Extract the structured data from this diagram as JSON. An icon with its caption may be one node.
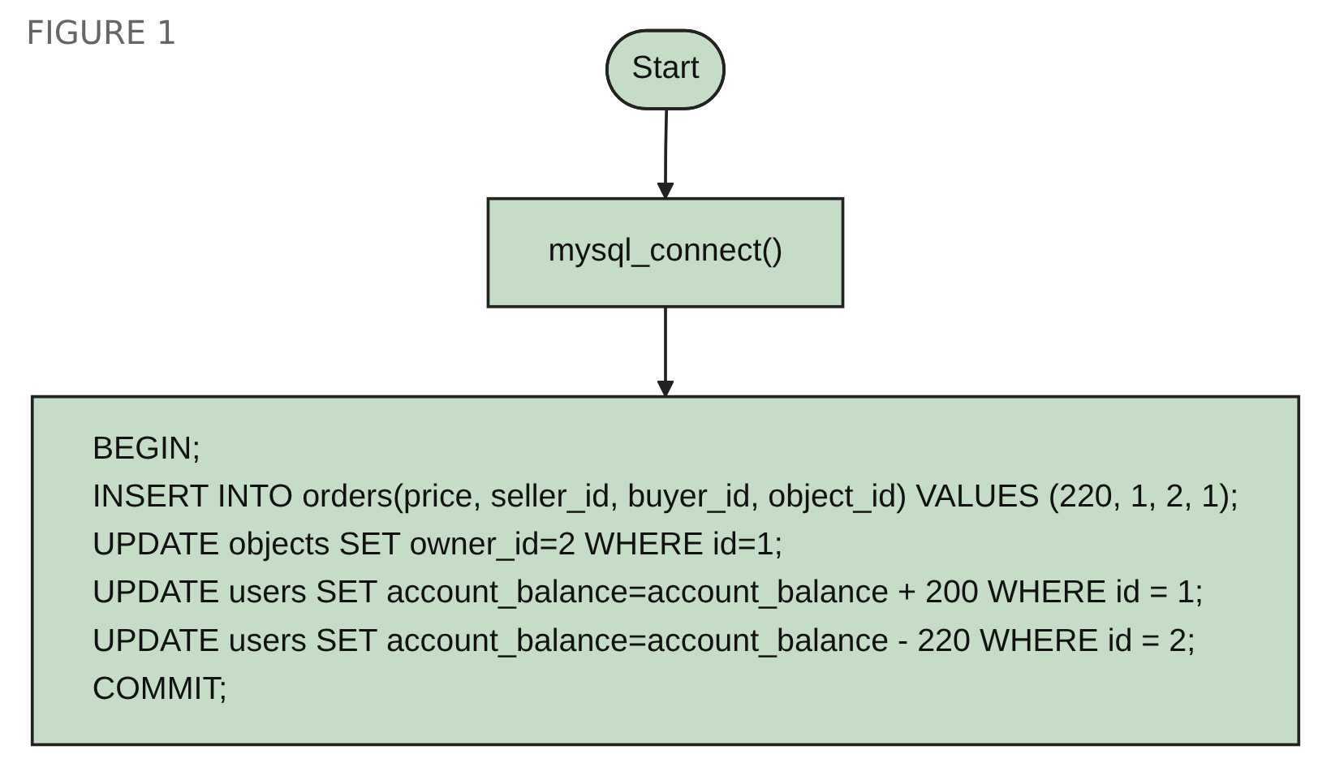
{
  "diagram": {
    "title": "FIGURE 1",
    "nodes": [
      {
        "text": [
          "Start"
        ]
      },
      {
        "text": [
          "mysql_connect()"
        ]
      },
      {
        "text": [
          "BEGIN;",
          "INSERT INTO orders(price, seller_id, buyer_id, object_id) VALUES (220, 1, 2, 1);",
          "UPDATE objects SET owner_id=2 WHERE id=1;",
          "UPDATE users SET account_balance=account_balance + 200 WHERE id = 1;",
          "UPDATE users SET account_balance=account_balance - 220 WHERE id = 2;",
          "COMMIT;"
        ]
      }
    ],
    "edges": [
      {
        "from": 0,
        "to": 1,
        "arrow": "to"
      },
      {
        "from": 1,
        "to": 2,
        "arrow": "to"
      }
    ]
  }
}
